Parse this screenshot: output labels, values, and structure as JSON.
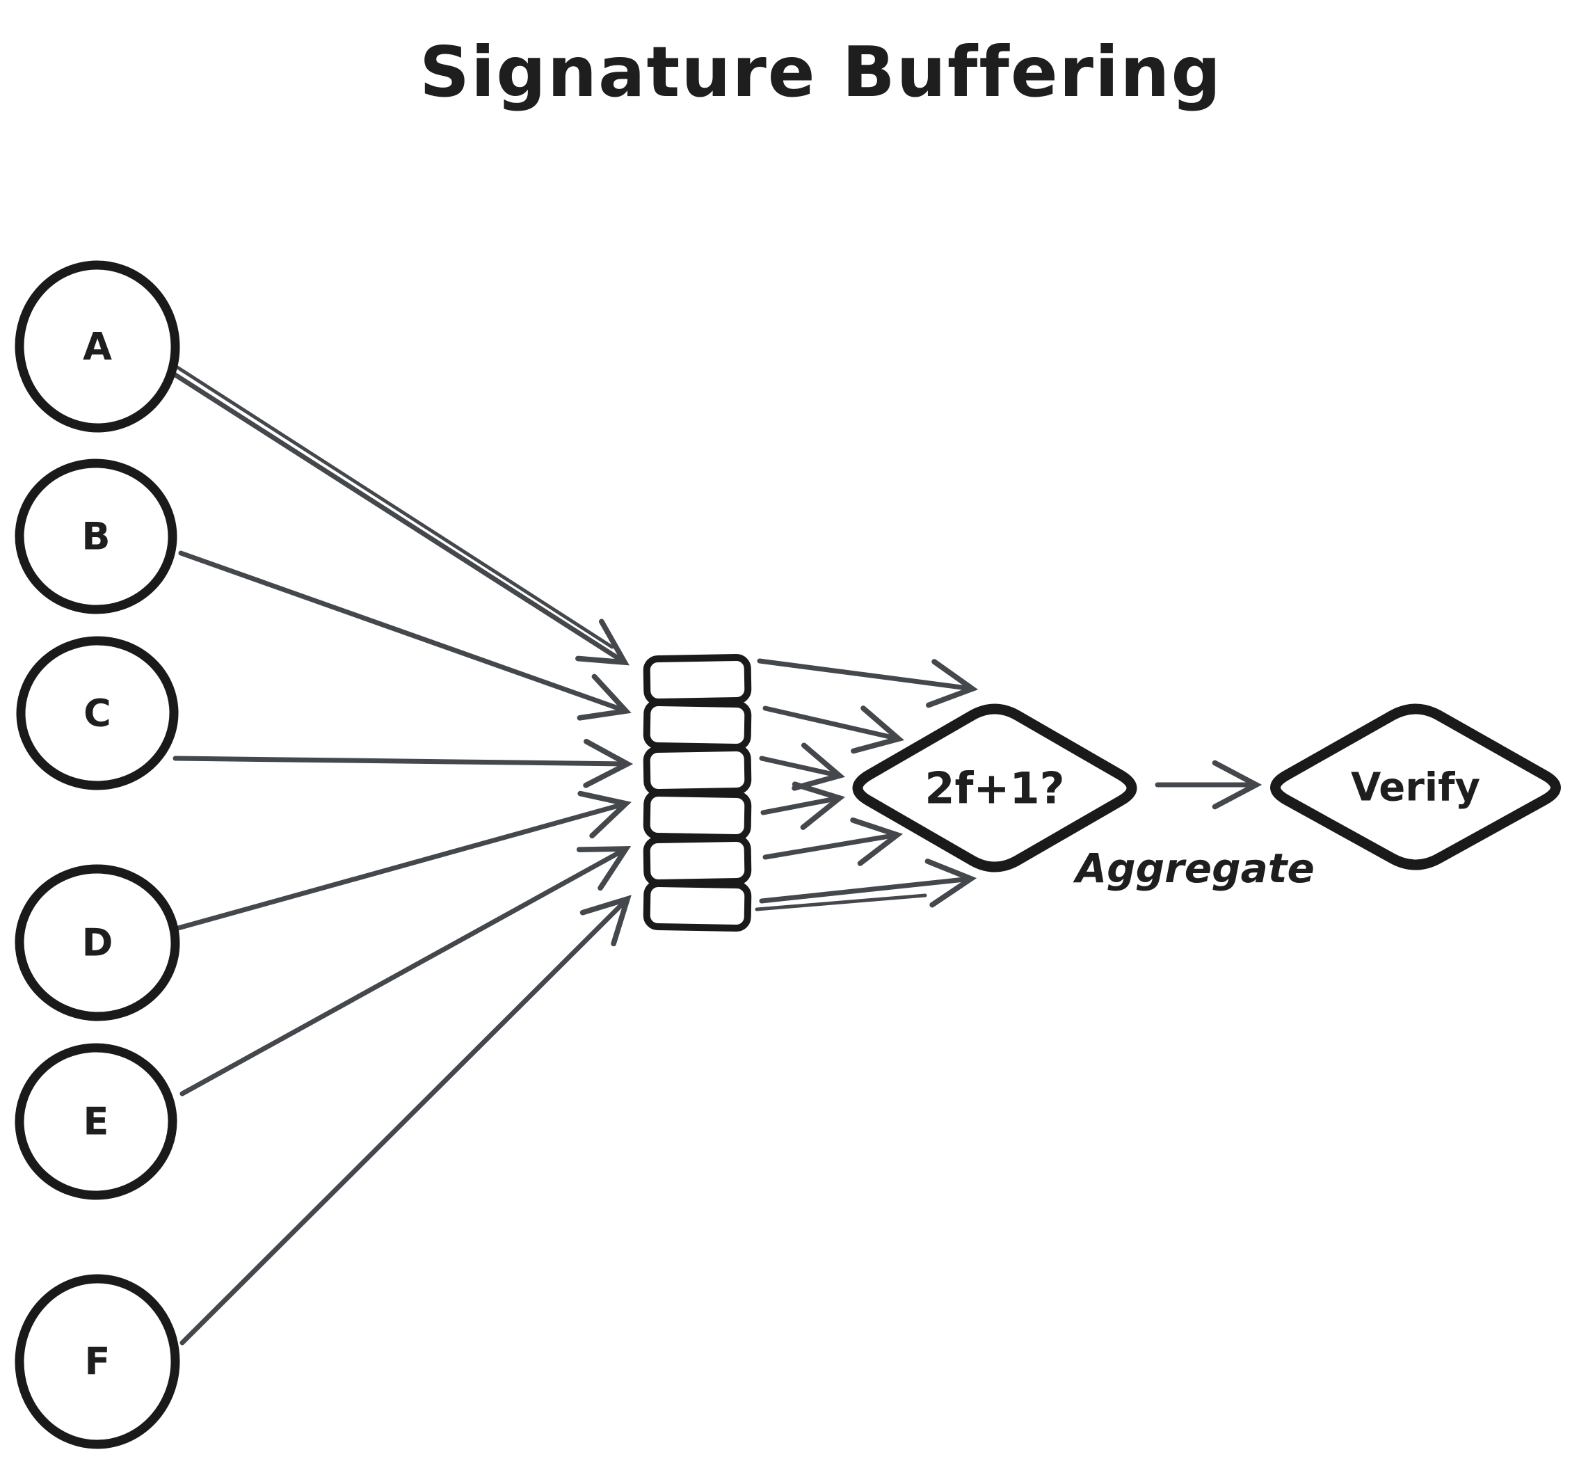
{
  "title": "Signature Buffering",
  "colors": {
    "green": "#b2f2bb",
    "pink": "#ffc9c9",
    "yellow": "#ffec99",
    "violet": "#d0bfff",
    "slot_gray": "#8a929a",
    "slot_white": "#ffffff",
    "outline": "#1a1a1a",
    "arrow": "#44484c",
    "annotation_pink": "#d6447f"
  },
  "nodes": [
    {
      "label": "A",
      "color": "#b2f2bb"
    },
    {
      "label": "B",
      "color": "#ffc9c9"
    },
    {
      "label": "C",
      "color": "#b2f2bb"
    },
    {
      "label": "D",
      "color": "#ffc9c9"
    },
    {
      "label": "E",
      "color": "#b2f2bb"
    },
    {
      "label": "F",
      "color": "#b2f2bb"
    }
  ],
  "buffer": {
    "slots": [
      {
        "state": "filled",
        "color": "#8a929a"
      },
      {
        "state": "filled",
        "color": "#8a929a"
      },
      {
        "state": "empty",
        "color": "#ffffff"
      },
      {
        "state": "filled",
        "color": "#8a929a"
      },
      {
        "state": "filled",
        "color": "#8a929a"
      },
      {
        "state": "empty",
        "color": "#ffffff"
      }
    ]
  },
  "threshold": {
    "label": "2f+1?",
    "color": "#ffec99"
  },
  "aggregate_label": "Aggregate",
  "verify": {
    "label": "Verify",
    "color": "#d0bfff"
  }
}
